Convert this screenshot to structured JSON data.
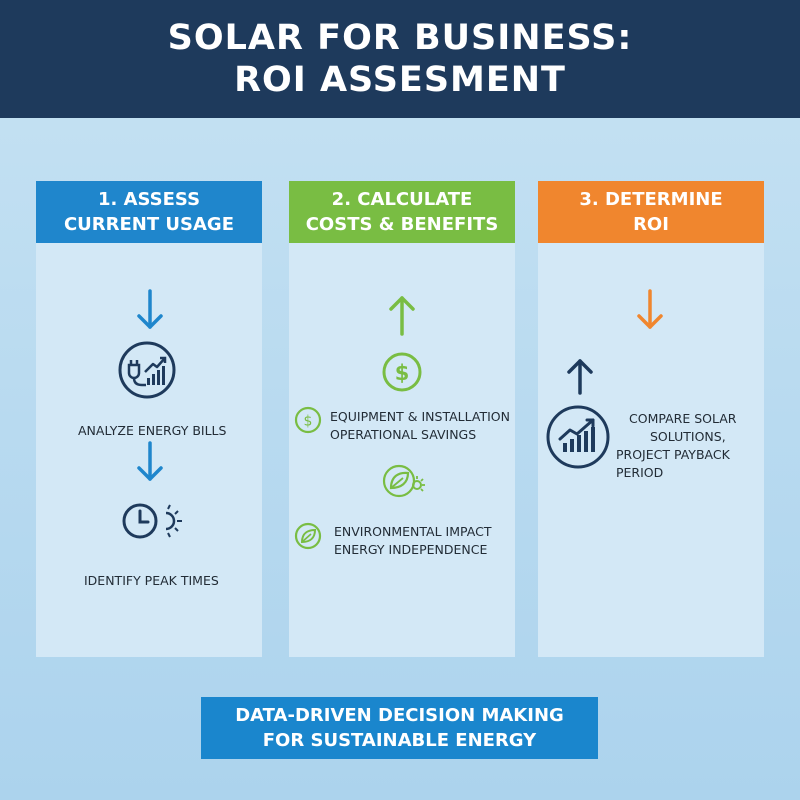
{
  "header": {
    "title_line1": "SOLAR FOR BUSINESS:",
    "title_line2": "ROI ASSESMENT"
  },
  "steps": [
    {
      "heading_line1": "1. ASSESS",
      "heading_line2": "CURRENT USAGE",
      "color": "#1f86cc",
      "items": [
        "ANALYZE ENERGY BILLS",
        "IDENTIFY PEAK TIMES"
      ],
      "icons": [
        "arrow-down-icon",
        "plug-chart-icon",
        "arrow-down-icon",
        "clock-sun-icon"
      ]
    },
    {
      "heading_line1": "2. CALCULATE",
      "heading_line2": "COSTS & BENEFITS",
      "color": "#79bd43",
      "items": [
        "EQUIPMENT & INSTALLATION",
        "OPERATIONAL SAVINGS",
        "ENVIRONMENTAL IMPACT",
        "ENERGY INDEPENDENCE"
      ],
      "icons": [
        "arrow-up-icon",
        "dollar-icon",
        "dollar-icon",
        "leaf-sun-icon",
        "leaf-icon"
      ]
    },
    {
      "heading_line1": "3. DETERMINE",
      "heading_line2": "ROI",
      "color": "#f0862e",
      "items": [
        "COMPARE SOLAR",
        "SOLUTIONS,",
        "PROJECT PAYBACK PERIOD"
      ],
      "icons": [
        "arrow-down-icon",
        "arrow-up-icon",
        "growth-chart-icon"
      ]
    }
  ],
  "footer": {
    "line1": "DATA-DRIVEN DECISION MAKING",
    "line2": "FOR SUSTAINABLE ENERGY"
  }
}
